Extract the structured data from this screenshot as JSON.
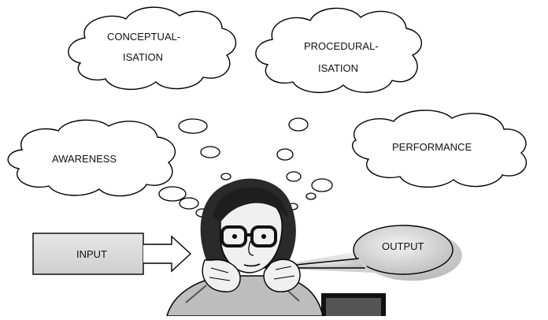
{
  "diagram": {
    "clouds": {
      "conceptualisation": {
        "line1": "CONCEPTUAL-",
        "line2": "ISATION"
      },
      "proceduralisation": {
        "line1": "PROCEDURAL-",
        "line2": "ISATION"
      },
      "awareness": {
        "label": "AWARENESS"
      },
      "performance": {
        "label": "PERFORMANCE"
      }
    },
    "input": {
      "label": "INPUT"
    },
    "output": {
      "label": "OUTPUT"
    },
    "illustration": {
      "subject": "thinking-child-illustration"
    }
  }
}
